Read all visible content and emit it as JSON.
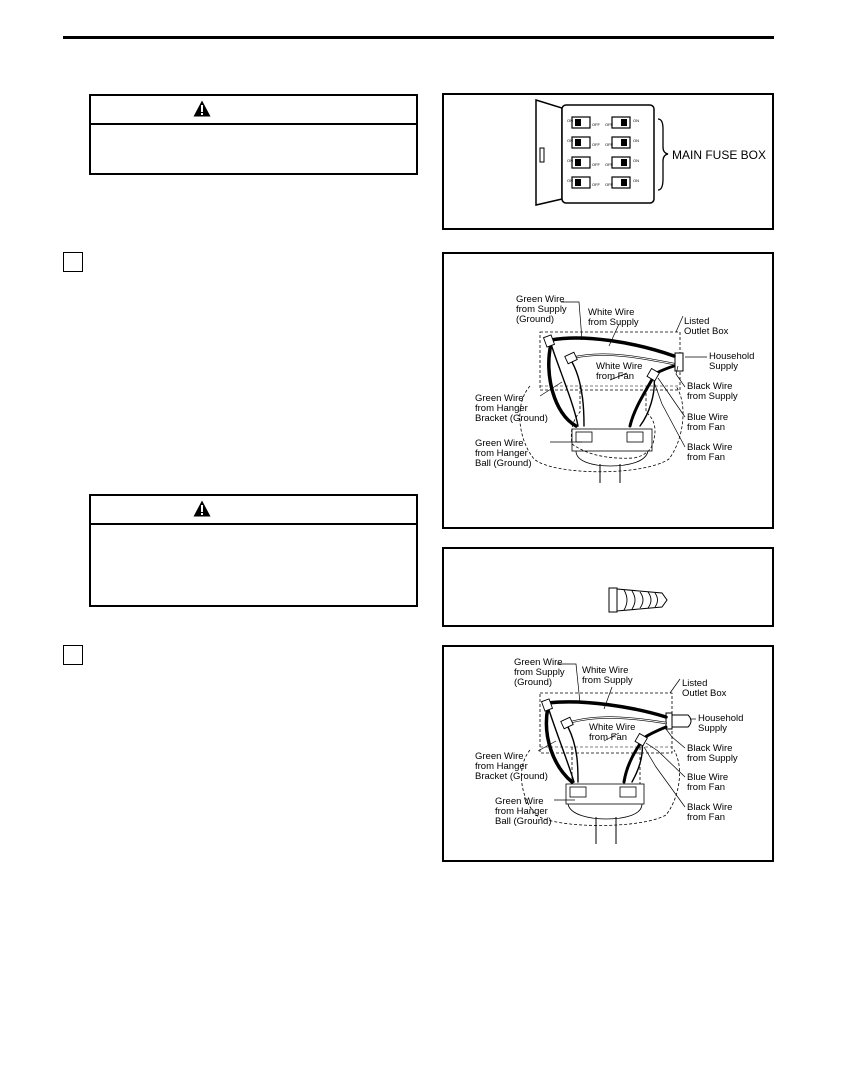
{
  "fuse_box": {
    "label": "MAIN FUSE BOX",
    "breaker_on": "ON",
    "breaker_off": "OFF"
  },
  "wiring_figure_1": {
    "labels": {
      "green_supply": [
        "Green Wire",
        "from Supply",
        "(Ground)"
      ],
      "white_supply": [
        "White Wire",
        "from Supply"
      ],
      "outlet_box": [
        "Listed",
        "Outlet Box"
      ],
      "household": [
        "Household",
        "Supply"
      ],
      "white_fan": [
        "White Wire",
        "from Fan"
      ],
      "black_supply": [
        "Black Wire",
        "from Supply"
      ],
      "green_bracket": [
        "Green Wire",
        "from Hanger",
        "Bracket (Ground)"
      ],
      "blue_fan": [
        "Blue Wire",
        "from Fan"
      ],
      "green_ball": [
        "Green Wire",
        "from Hanger",
        "Ball (Ground)"
      ],
      "black_fan": [
        "Black Wire",
        "from Fan"
      ]
    }
  },
  "wiring_figure_2": {
    "labels": {
      "green_supply": [
        "Green Wire",
        "from Supply",
        "(Ground)"
      ],
      "white_supply": [
        "White Wire",
        "from Supply"
      ],
      "outlet_box": [
        "Listed",
        "Outlet Box"
      ],
      "household": [
        "Household",
        "Supply"
      ],
      "white_fan": [
        "White Wire",
        "from Fan"
      ],
      "black_supply": [
        "Black Wire",
        "from Supply"
      ],
      "green_bracket": [
        "Green Wire",
        "from Hanger",
        "Bracket (Ground)"
      ],
      "blue_fan": [
        "Blue Wire",
        "from Fan"
      ],
      "green_ball": [
        "Green Wire",
        "from Hanger",
        "Ball (Ground)"
      ],
      "black_fan": [
        "Black Wire",
        "from Fan"
      ]
    }
  },
  "icons": {
    "warning": "warning-triangle-icon",
    "wire_nut": "wire-connector-icon"
  }
}
